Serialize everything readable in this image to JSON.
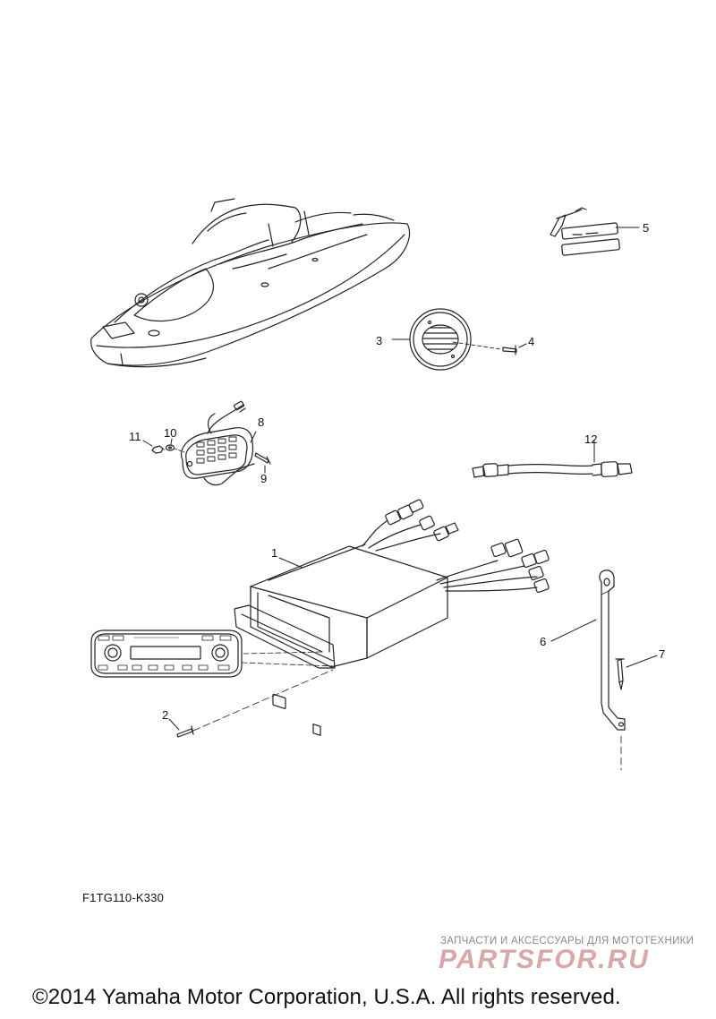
{
  "callouts": [
    {
      "id": "1",
      "label": "1"
    },
    {
      "id": "2",
      "label": "2"
    },
    {
      "id": "3",
      "label": "3"
    },
    {
      "id": "4",
      "label": "4"
    },
    {
      "id": "5",
      "label": "5"
    },
    {
      "id": "6",
      "label": "6"
    },
    {
      "id": "7",
      "label": "7"
    },
    {
      "id": "8",
      "label": "8"
    },
    {
      "id": "9",
      "label": "9"
    },
    {
      "id": "10",
      "label": "10"
    },
    {
      "id": "11",
      "label": "11"
    },
    {
      "id": "12",
      "label": "12"
    }
  ],
  "diagram_code": "F1TG110-K330",
  "watermark": {
    "tagline": "ЗАПЧАСТИ И АКСЕССУАРЫ ДЛЯ МОТОТЕХНИКИ",
    "brand": "PARTSFOR.RU"
  },
  "copyright": "©2014 Yamaha Motor Corporation, U.S.A. All rights reserved."
}
